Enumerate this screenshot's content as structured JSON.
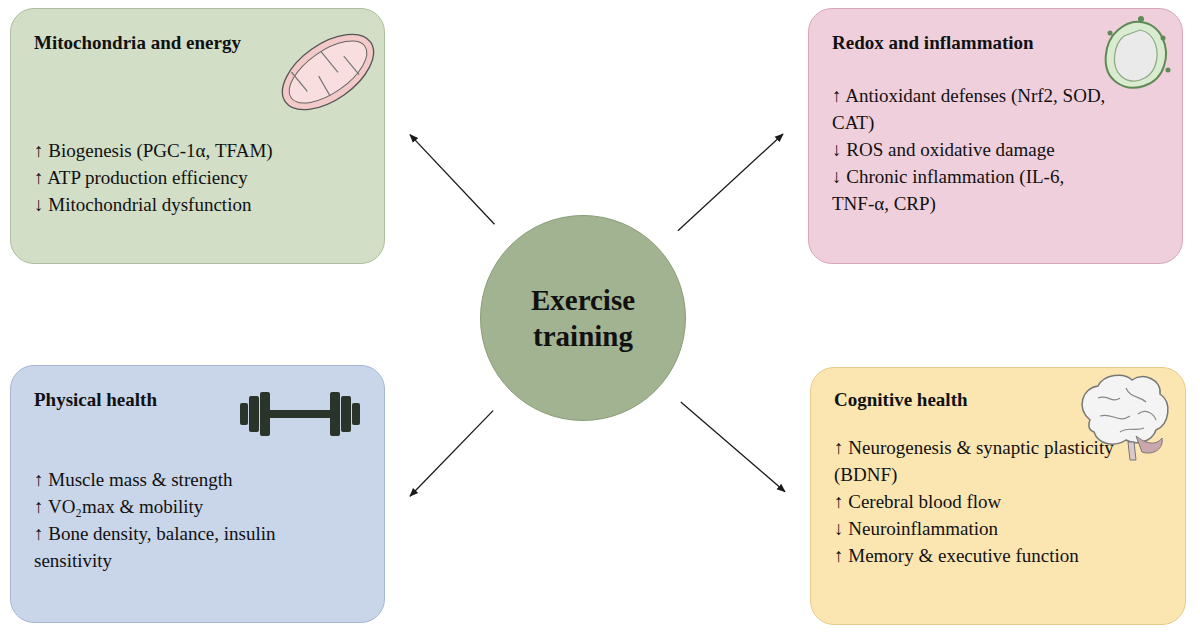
{
  "diagram": {
    "nodes": [
      {
        "text": [
          "Mitochondria and energy",
          "↑ Biogenesis (PGC-1α, TFAM)",
          "↑ ATP production efficiency",
          "↓ Mitochondrial dysfunction"
        ]
      },
      {
        "text": [
          "Redox and inflammation",
          "↑ Antioxidant defenses (Nrf2, SOD, CAT)",
          "↓ ROS and oxidative damage",
          "↓ Chronic inflammation (IL-6, TNF-α, CRP)"
        ]
      },
      {
        "text": [
          "Exercise training"
        ]
      },
      {
        "text": [
          "Physical health",
          "↑ Muscle mass & strength",
          "↑ VO₂max & mobility",
          "↑ Bone density, balance, insulin sensitivity"
        ]
      },
      {
        "text": [
          "Cognitive health",
          "↑ Neurogenesis & synaptic plasticity (BDNF)",
          "↑ Cerebral blood flow",
          "↓ Neuroinflammation",
          "↑ Memory & executive function"
        ]
      }
    ],
    "edges": [
      {
        "from": 2,
        "to": 0,
        "arrow": "to"
      },
      {
        "from": 2,
        "to": 1,
        "arrow": "to"
      },
      {
        "from": 2,
        "to": 3,
        "arrow": "to"
      },
      {
        "from": 2,
        "to": 4,
        "arrow": "to"
      }
    ]
  }
}
